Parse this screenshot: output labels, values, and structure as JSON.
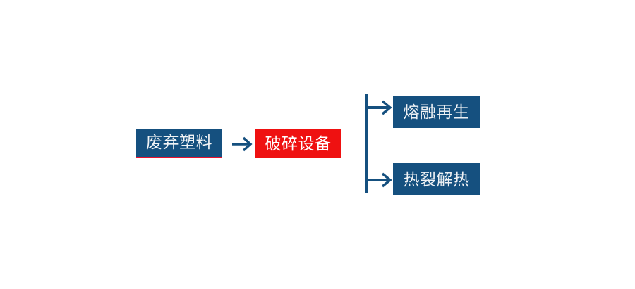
{
  "diagram": {
    "type": "flowchart",
    "orientation": "left-to-right",
    "background_color": "#ffffff",
    "palette": {
      "primary_blue": "#15507f",
      "accent_red": "#ef1111",
      "underline_red": "#e8112d",
      "connector_blue": "#15507f",
      "box_text": "#f2f4f6"
    },
    "nodes": [
      {
        "id": "input",
        "label": "废弃塑料",
        "fill": "#15507f",
        "text_color": "#f2f4f6",
        "underline_color": "#e8112d",
        "stage": 1
      },
      {
        "id": "equipment",
        "label": "破碎设备",
        "fill": "#ef1111",
        "text_color": "#ffffff",
        "underline_color": "",
        "stage": 2
      },
      {
        "id": "branch-top",
        "label": "熔融再生",
        "fill": "#15507f",
        "text_color": "#eef1f4",
        "underline_color": "",
        "stage": 3
      },
      {
        "id": "branch-bottom",
        "label": "热裂解热",
        "fill": "#15507f",
        "text_color": "#eef1f4",
        "underline_color": "",
        "stage": 3
      }
    ],
    "connectors": [
      {
        "id": "main-arrow",
        "icon": "arrow-right-icon",
        "from": "input",
        "to": "equipment",
        "color": "#15507f",
        "label": ""
      },
      {
        "id": "split-arrow-top",
        "icon": "branch-arrow-right-icon",
        "from": "equipment",
        "to": "branch-top",
        "color": "#15507f",
        "label": ""
      },
      {
        "id": "split-arrow-bottom",
        "icon": "branch-arrow-right-icon",
        "from": "equipment",
        "to": "branch-bottom",
        "color": "#15507f",
        "label": ""
      }
    ]
  }
}
